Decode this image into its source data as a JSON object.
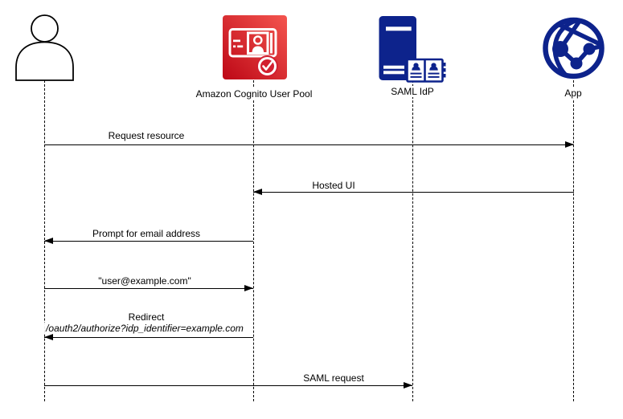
{
  "participants": [
    {
      "id": "user",
      "icon": "person-icon",
      "label": ""
    },
    {
      "id": "cognito",
      "icon": "amazon-cognito-user-pool-icon",
      "label": "Amazon Cognito User Pool"
    },
    {
      "id": "saml_idp",
      "icon": "saml-idp-directory-server-icon",
      "label": "SAML IdP"
    },
    {
      "id": "app",
      "icon": "app-globe-network-icon",
      "label": "App"
    }
  ],
  "messages": [
    {
      "from": "user",
      "to": "app",
      "label": "Request resource"
    },
    {
      "from": "app",
      "to": "cognito",
      "label": "Hosted UI"
    },
    {
      "from": "cognito",
      "to": "user",
      "label": "Prompt for email address"
    },
    {
      "from": "user",
      "to": "cognito",
      "label": "\"user@example.com\""
    },
    {
      "from": "cognito",
      "to": "user",
      "label": "Redirect",
      "sublabel": "/oauth2/authorize?idp_identifier=example.com"
    },
    {
      "from": "user",
      "to": "saml_idp",
      "label": "SAML request"
    }
  ],
  "colors": {
    "cognito_red_dark": "#bd0816",
    "cognito_red_light": "#ff5252",
    "navy_blue": "#0d238c",
    "line_black": "#000000",
    "background": "#ffffff"
  }
}
